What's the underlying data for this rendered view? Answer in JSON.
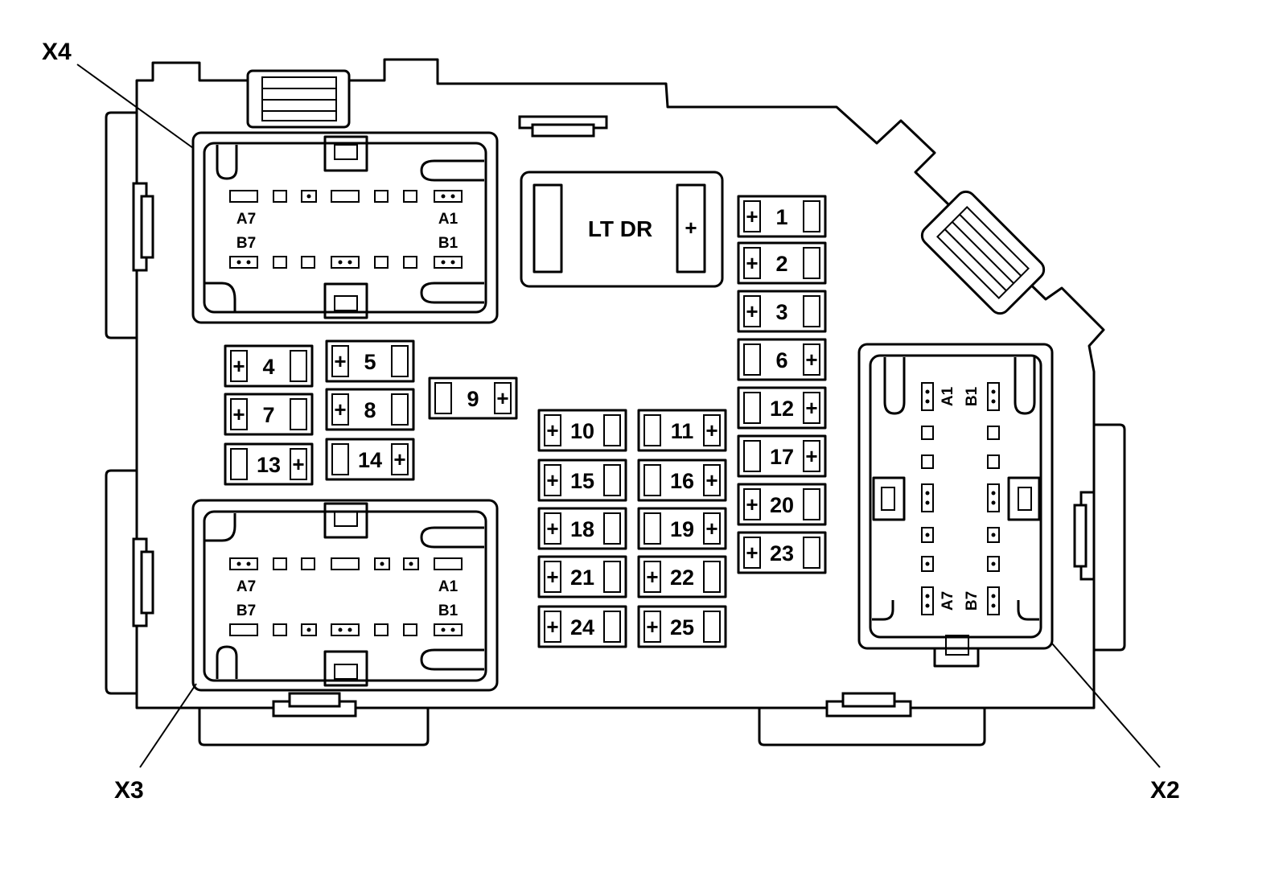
{
  "callouts": {
    "x4": "X4",
    "x3": "X3",
    "x2": "X2"
  },
  "relay": {
    "label": "LT DR",
    "polarity": "+"
  },
  "connectors": {
    "x4": {
      "a7": "A7",
      "a1": "A1",
      "b7": "B7",
      "b1": "B1"
    },
    "x3": {
      "a7": "A7",
      "a1": "A1",
      "b7": "B7",
      "b1": "B1"
    },
    "x2": {
      "a1": "A1",
      "b1": "B1",
      "a7": "A7",
      "b7": "B7"
    }
  },
  "polarity_symbol": "+",
  "fuses": [
    {
      "id": "4",
      "label": "4",
      "plus": "left"
    },
    {
      "id": "5",
      "label": "5",
      "plus": "left"
    },
    {
      "id": "7",
      "label": "7",
      "plus": "left"
    },
    {
      "id": "8",
      "label": "8",
      "plus": "left"
    },
    {
      "id": "13",
      "label": "13",
      "plus": "right"
    },
    {
      "id": "14",
      "label": "14",
      "plus": "right"
    },
    {
      "id": "9",
      "label": "9",
      "plus": "right"
    },
    {
      "id": "1",
      "label": "1",
      "plus": "left"
    },
    {
      "id": "2",
      "label": "2",
      "plus": "left"
    },
    {
      "id": "3",
      "label": "3",
      "plus": "left"
    },
    {
      "id": "6",
      "label": "6",
      "plus": "right"
    },
    {
      "id": "12",
      "label": "12",
      "plus": "right"
    },
    {
      "id": "17",
      "label": "17",
      "plus": "right"
    },
    {
      "id": "20",
      "label": "20",
      "plus": "left"
    },
    {
      "id": "23",
      "label": "23",
      "plus": "left"
    },
    {
      "id": "10",
      "label": "10",
      "plus": "left"
    },
    {
      "id": "11",
      "label": "11",
      "plus": "right"
    },
    {
      "id": "15",
      "label": "15",
      "plus": "left"
    },
    {
      "id": "16",
      "label": "16",
      "plus": "right"
    },
    {
      "id": "18",
      "label": "18",
      "plus": "left"
    },
    {
      "id": "19",
      "label": "19",
      "plus": "right"
    },
    {
      "id": "21",
      "label": "21",
      "plus": "left"
    },
    {
      "id": "22",
      "label": "22",
      "plus": "left"
    },
    {
      "id": "24",
      "label": "24",
      "plus": "left"
    },
    {
      "id": "25",
      "label": "25",
      "plus": "left"
    }
  ]
}
